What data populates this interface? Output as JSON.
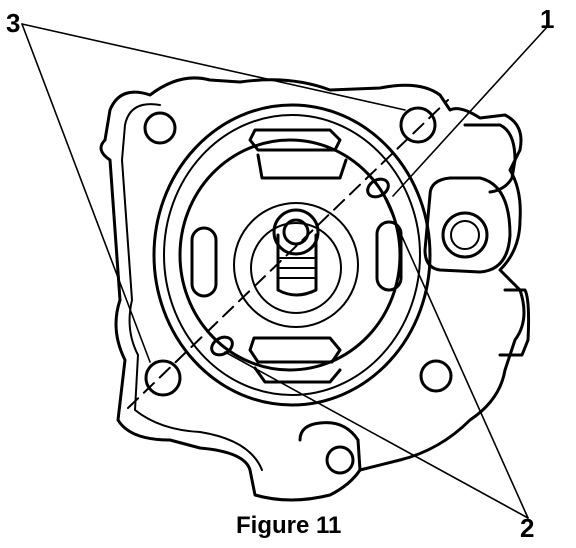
{
  "figure": {
    "caption": "Figure 11",
    "callouts": [
      "3",
      "1",
      "2"
    ]
  },
  "colors": {
    "line": "#000000",
    "background": "#ffffff"
  }
}
